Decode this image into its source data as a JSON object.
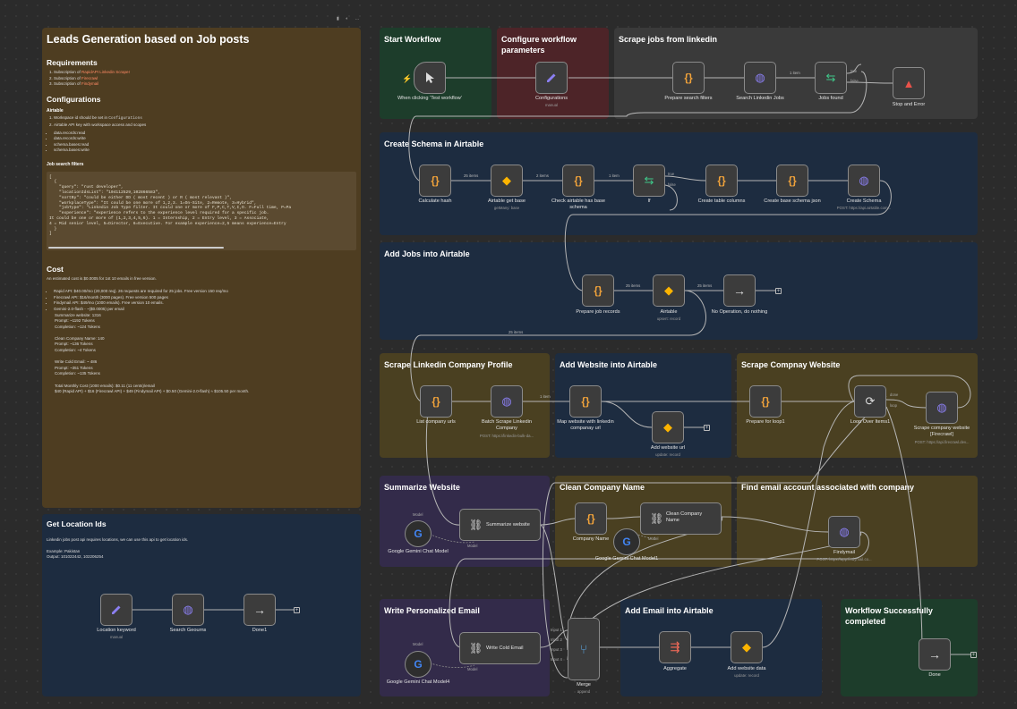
{
  "workflow_notes": {
    "title": "Leads Generation based on Job posts",
    "requirements_heading": "Requirements",
    "requirements": [
      {
        "pre": "Subscription of ",
        "link": "RapidAPI Linkedin Scraper"
      },
      {
        "pre": "Subscription of ",
        "link": "Firecrawl"
      },
      {
        "pre": "Subscription of ",
        "link": "Findymail"
      }
    ],
    "configurations_heading": "Configurations",
    "airtable_heading": "Airtable",
    "airtable_items": [
      {
        "pre": "Workspace id should be set in ",
        "code": "Configurations"
      },
      {
        "pre": "Airtable API key with workspace access and scopes",
        "code": ""
      }
    ],
    "scopes": [
      "data.records:read",
      "data.records:write",
      "schema.bases:read",
      "schema.bases:write"
    ],
    "job_filters_heading": "Job search filters",
    "job_filters_code": "[\n  {\n    \"query\": \"rust developer\",\n    \"locationIdsList\": \"104112529,102866583\",\n    \"sortBy\": \"could be either DD ( most recent ) or R ( most relevant )\",\n    \"workplaceType\": \"It could be one more of 1,2,3. 1=On-Site, 2=Remote, 3=Hybrid\",\n    \"jobType\": \"Linkedin Job Type filter. It could one or more of F,P,C,T,V,I,O. F=Full time, P=Pa\n    \"experience\": \"experience refers to the experience level required for a specific job.\nIt could be one or more of (1,2,3,4,5,6). 1 = Internship, 2 = Entry level, 3 = Associate,\n4 = Mid senior level, 5=Director, 6=Executive. For example experience=2,5 means experience=Entry\n  }\n]",
    "cost_heading": "Cost",
    "cost_intro": "An estimated cost is $0.0005 for 1st 10 emails in free version.",
    "cost_items": [
      "Rapid API: $40.00/mo (20,000 req). 26 requests are required for 25 jobs. Free version 150 req/mo",
      "Firecrawl API: $16/month (3000 pages). Free version 500 pages",
      "Findymail API: $49/mo (1000 emails). Free version 10 emails.",
      "Gemini-2.0-flash - ~($0.0005) per email"
    ],
    "cost_details": [
      "Summarize website: 1316",
      "Prompt: ~1192 Tokens",
      "Completion: ~124 Tokens",
      "",
      "Clean Company Name: 140",
      "Prompt: ~136 Tokens",
      "Completion: ~4 Tokens",
      "",
      "Write Cold Email: ~ 486",
      "Prompt: ~351 Tokens",
      "Completion: ~135 Tokens",
      "",
      "Total Monthly Cost (1000 emails): $0.11 (11 cents)/email",
      "$40 (Rapid API) + $16 (Firecrawl API) + $49 (Findymail API) + $0.50 (Gemini-2.0-flash) ≈ $105.50 per month."
    ]
  },
  "location_note": {
    "title": "Get Location Ids",
    "text": "Linkedin jobs post api requires locations, we can use this api to get location ids.",
    "example_lines": [
      "Example: Pakistan",
      "Output: 101022442, 102206254"
    ]
  },
  "sections": [
    {
      "id": "start",
      "title": "Start Workflow"
    },
    {
      "id": "config",
      "title": "Configure workflow parameters"
    },
    {
      "id": "scrape",
      "title": "Scrape jobs from linkedin"
    },
    {
      "id": "schema",
      "title": "Create Schema in Airtable"
    },
    {
      "id": "addjobs",
      "title": "Add Jobs into Airtable"
    },
    {
      "id": "profile",
      "title": "Scrape Linkedin Company Profile"
    },
    {
      "id": "addweb",
      "title": "Add Website into Airtable"
    },
    {
      "id": "compweb",
      "title": "Scrape Compnay Website"
    },
    {
      "id": "summ",
      "title": "Summarize Website"
    },
    {
      "id": "clean",
      "title": "Clean Company Name"
    },
    {
      "id": "findemail",
      "title": "Find email account associated with company"
    },
    {
      "id": "write",
      "title": "Write Personalized Email"
    },
    {
      "id": "addemail",
      "title": "Add Email into Airtable"
    },
    {
      "id": "done",
      "title": "Workflow Successfully completed"
    }
  ],
  "nodes": [
    {
      "id": "trigger",
      "label": "When clicking ‘Test workflow’",
      "sub": "",
      "icon": "cursor-icon"
    },
    {
      "id": "configs",
      "label": "Configurations",
      "sub": "manual",
      "icon": "pencil-icon"
    },
    {
      "id": "prepfilters",
      "label": "Prepare search filters",
      "sub": "",
      "icon": "code-icon"
    },
    {
      "id": "searchjobs",
      "label": "Search Linkedin Jobs",
      "sub": "",
      "icon": "globe-icon"
    },
    {
      "id": "jobsfound",
      "label": "Jobs found",
      "sub": "",
      "icon": "if-icon"
    },
    {
      "id": "stoperror",
      "label": "Stop and Error",
      "sub": "",
      "icon": "warning-icon"
    },
    {
      "id": "calchash",
      "label": "Calculate hash",
      "sub": "",
      "icon": "code-icon"
    },
    {
      "id": "getbase",
      "label": "Airtable get base",
      "sub": "getMany: base",
      "icon": "airtable-icon"
    },
    {
      "id": "checkschema",
      "label": "Check airtable has base schema",
      "sub": "",
      "icon": "code-icon"
    },
    {
      "id": "if",
      "label": "If",
      "sub": "",
      "icon": "if-icon"
    },
    {
      "id": "tablecols",
      "label": "Create table columns",
      "sub": "",
      "icon": "code-icon"
    },
    {
      "id": "baseschema",
      "label": "Create base schema json",
      "sub": "",
      "icon": "code-icon"
    },
    {
      "id": "createschema",
      "label": "Create Schema",
      "sub": "POST: https://api.airtable.com...",
      "icon": "globe-icon"
    },
    {
      "id": "prepjobs",
      "label": "Prepare job records",
      "sub": "",
      "icon": "code-icon"
    },
    {
      "id": "airtable",
      "label": "Airtable",
      "sub": "upsert: record",
      "icon": "airtable-icon"
    },
    {
      "id": "noop",
      "label": "No Operation, do nothing",
      "sub": "",
      "icon": "arrow-icon"
    },
    {
      "id": "listurls",
      "label": "List company urls",
      "sub": "",
      "icon": "code-icon"
    },
    {
      "id": "batchscrape",
      "label": "Batch Scrape Linkedin Company",
      "sub": "POST: https://linkedin-bulk-da...",
      "icon": "globe-icon"
    },
    {
      "id": "mapweb",
      "label": "Map website with linkedin companay url",
      "sub": "",
      "icon": "code-icon"
    },
    {
      "id": "addweburl",
      "label": "Add website url",
      "sub": "update: record",
      "icon": "airtable-icon"
    },
    {
      "id": "preploop",
      "label": "Prepare for loop1",
      "sub": "",
      "icon": "code-icon"
    },
    {
      "id": "loop",
      "label": "Loop Over Items1",
      "sub": "",
      "icon": "loop-icon"
    },
    {
      "id": "firecrawl",
      "label": "Scrape company website [Firecrawl]",
      "sub": "POST: https://api.firecrawl.dev...",
      "icon": "globe-icon"
    },
    {
      "id": "summweb",
      "label": "Summarize website",
      "sub": "",
      "icon": "link-icon"
    },
    {
      "id": "gemini1",
      "label": "Google Gemini Chat Model",
      "sub": "",
      "icon": "google-icon"
    },
    {
      "id": "compname",
      "label": "Company Name",
      "sub": "",
      "icon": "code-icon"
    },
    {
      "id": "cleancomp",
      "label": "Clean Company Name",
      "sub": "",
      "icon": "link-icon"
    },
    {
      "id": "gemini2",
      "label": "Google Gemini Chat Model1",
      "sub": "",
      "icon": "google-icon"
    },
    {
      "id": "findymail",
      "label": "Findymail",
      "sub": "POST: https://app.findymail.co...",
      "icon": "globe-icon"
    },
    {
      "id": "coldemail",
      "label": "Write Cold Email",
      "sub": "",
      "icon": "link-icon"
    },
    {
      "id": "gemini4",
      "label": "Google Gemini Chat Model4",
      "sub": "",
      "icon": "google-icon"
    },
    {
      "id": "merge",
      "label": "Merge",
      "sub": "append",
      "icon": "merge-icon"
    },
    {
      "id": "aggregate",
      "label": "Aggregate",
      "sub": "",
      "icon": "aggregate-icon"
    },
    {
      "id": "addwebdata",
      "label": "Add website data",
      "sub": "update: record",
      "icon": "airtable-icon"
    },
    {
      "id": "done",
      "label": "Done",
      "sub": "",
      "icon": "arrow-icon"
    },
    {
      "id": "locationkw",
      "label": "Location keyword",
      "sub": "manual",
      "icon": "pencil-icon"
    },
    {
      "id": "searchgeo",
      "label": "Search Geourns",
      "sub": "",
      "icon": "globe-icon"
    },
    {
      "id": "done1",
      "label": "Done1",
      "sub": "",
      "icon": "arrow-icon"
    }
  ],
  "edge_labels": {
    "item1": "1 item",
    "items25a": "25 items",
    "items2": "2 items",
    "item1b": "1 item",
    "items25b": "25 items",
    "items25c": "25 items",
    "items25d": "25 items",
    "item1c": "1 item"
  },
  "port_labels": {
    "true": "true",
    "false": "false",
    "done": "done",
    "loop": "loop",
    "model": "Model",
    "input1": "Input 1",
    "input2": "Input 2",
    "input3": "Input 3",
    "input4": "Input 4"
  },
  "colors": {
    "canvas": "#2b2b2b",
    "sticky_brown": "#4e3d21",
    "sticky_navy": "#1d2c40",
    "sticky_green": "#1d3d2b",
    "sticky_red": "#4d2428",
    "sticky_gray": "#3a3a3a",
    "sticky_olive": "#4a4021",
    "sticky_purple": "#332b4a",
    "icon_orange": "#f0a23a",
    "icon_purple": "#8b7ff2",
    "icon_green": "#3fc98a",
    "icon_red": "#e9524a"
  }
}
